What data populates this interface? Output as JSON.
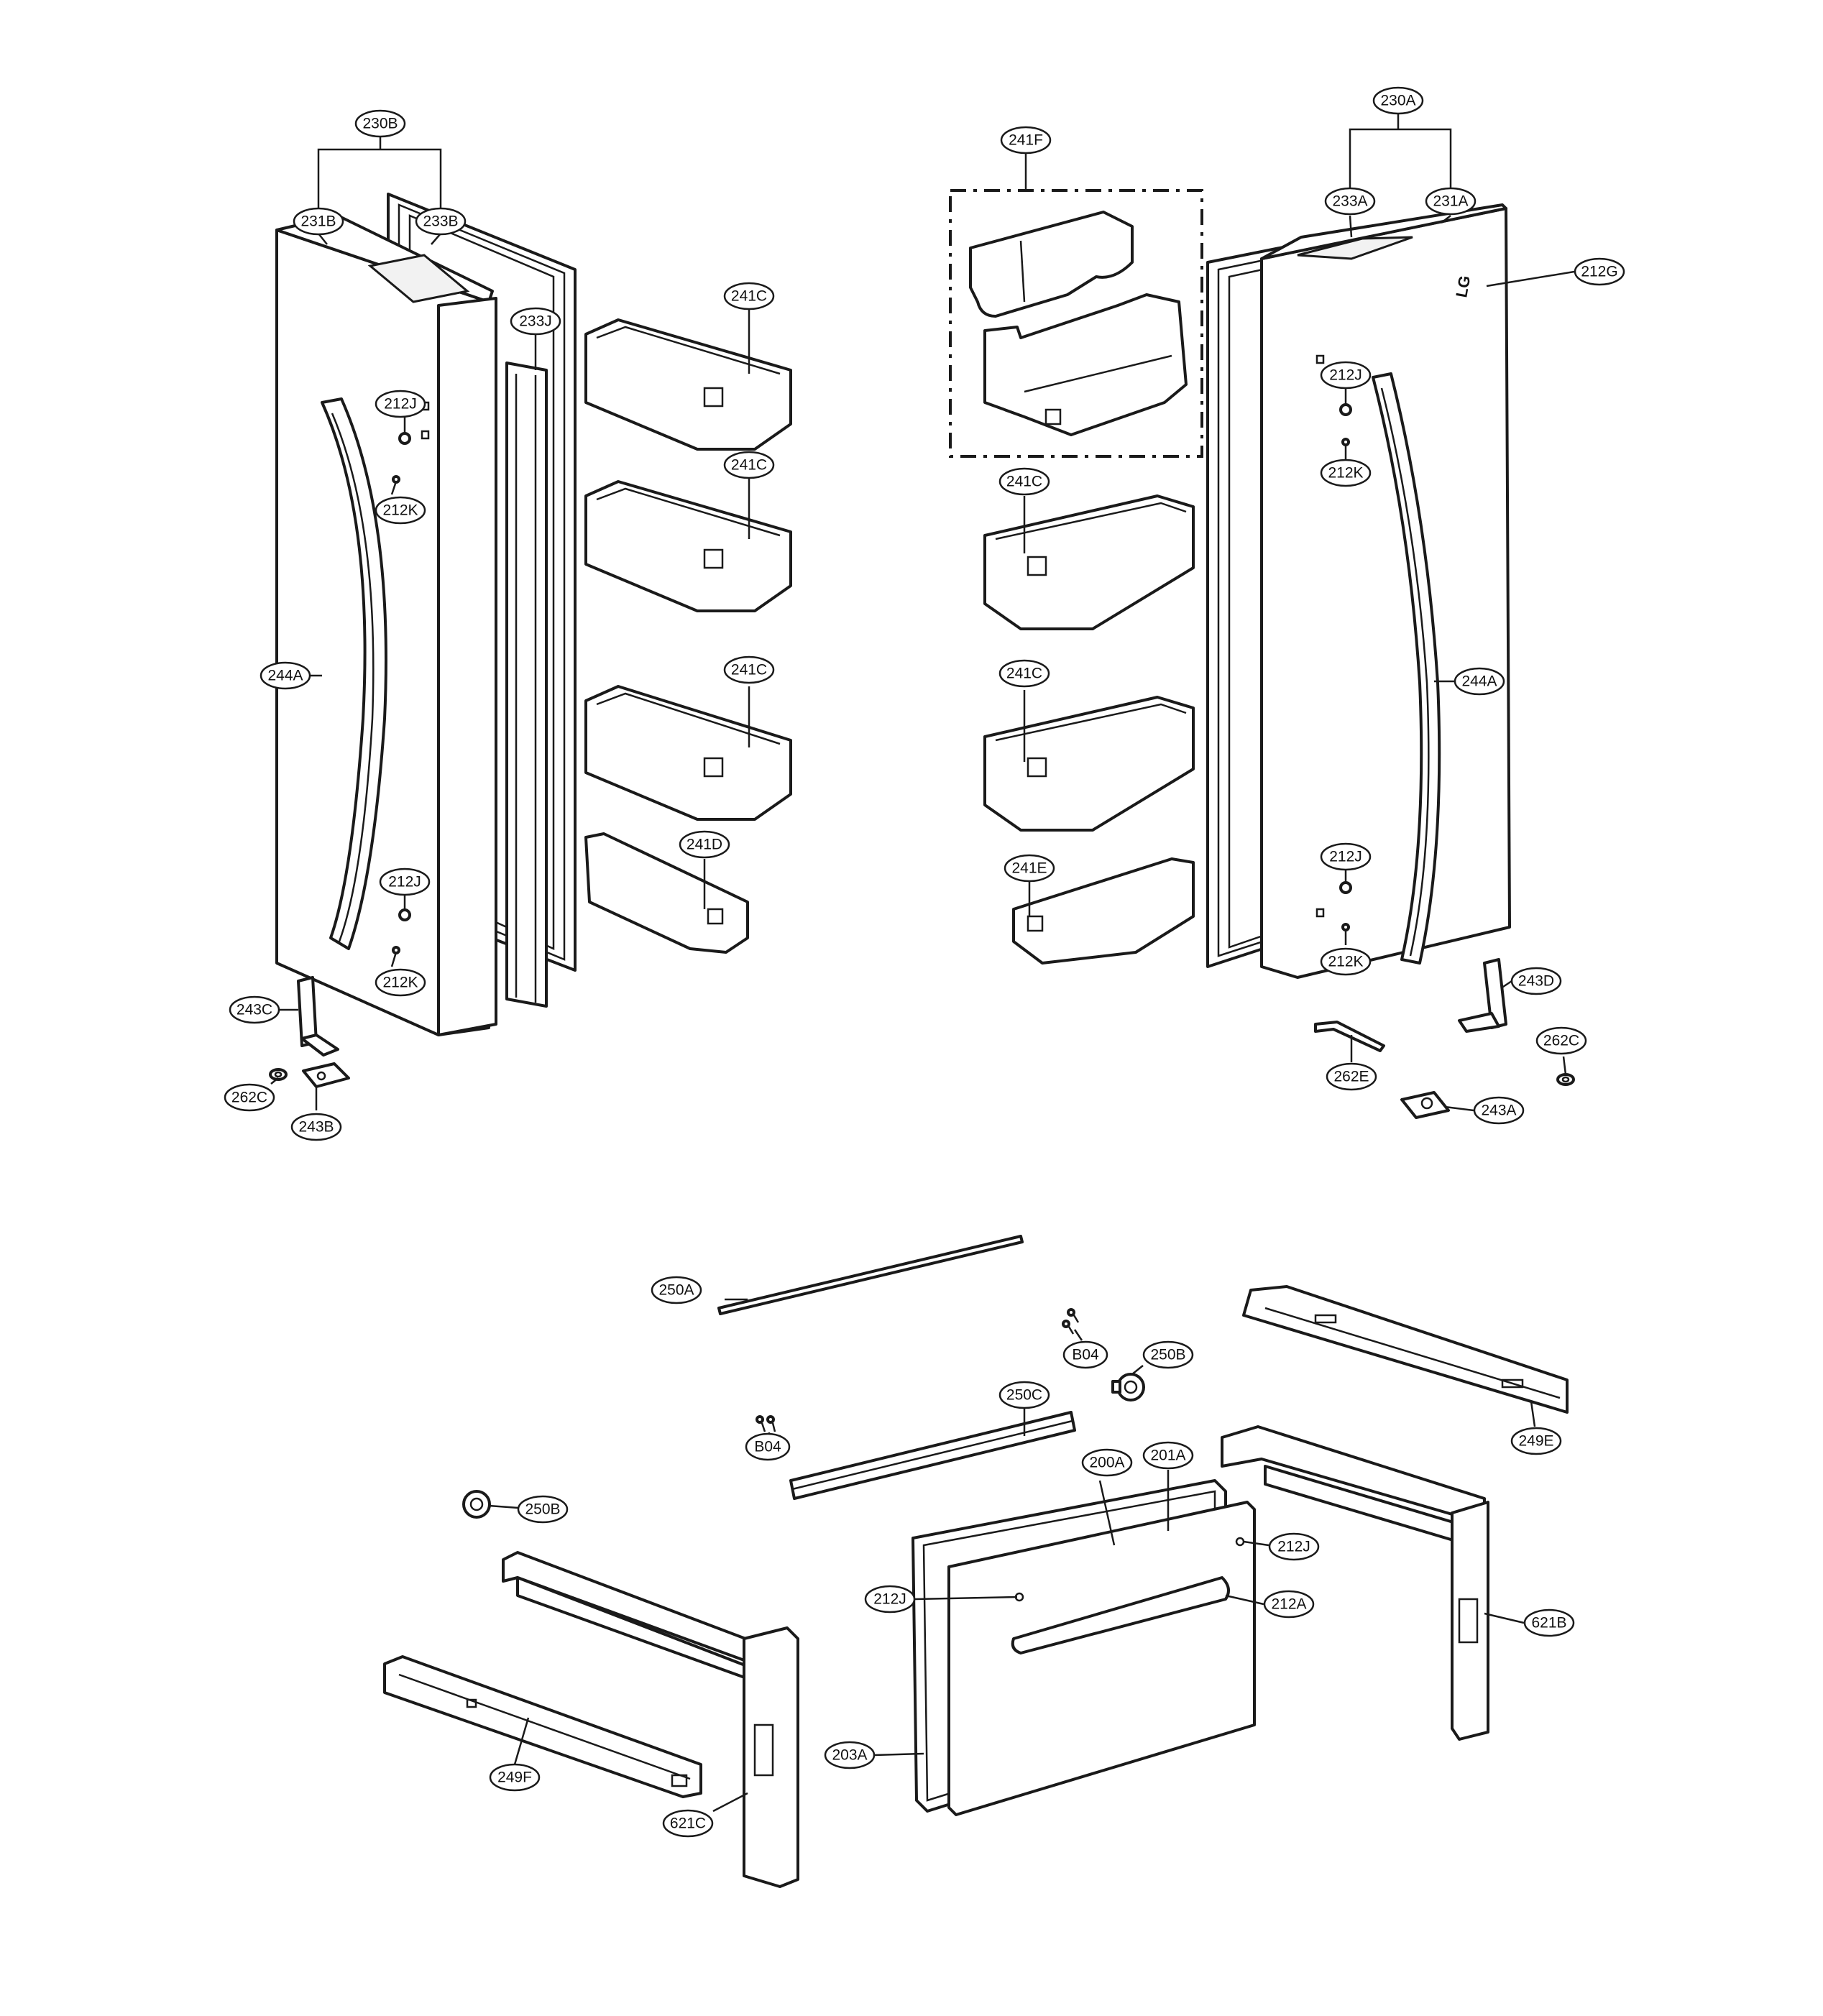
{
  "diagram": {
    "logo_text": "LG",
    "callouts": {
      "c230B": "230B",
      "c231B": "231B",
      "c233B": "233B",
      "c233J": "233J",
      "c212J_l1": "212J",
      "c212K_l1": "212K",
      "c244A_l": "244A",
      "c212J_l2": "212J",
      "c212K_l2": "212K",
      "c243C": "243C",
      "c262C_l": "262C",
      "c243B": "243B",
      "c241C_l1": "241C",
      "c241C_l2": "241C",
      "c241C_l3": "241C",
      "c241D": "241D",
      "c241F": "241F",
      "c241C_r1": "241C",
      "c241C_r2": "241C",
      "c241E": "241E",
      "c230A": "230A",
      "c233A": "233A",
      "c231A": "231A",
      "c212G": "212G",
      "c212J_r1": "212J",
      "c212K_r1": "212K",
      "c244A_r": "244A",
      "c212J_r2": "212J",
      "c212K_r2": "212K",
      "c243D": "243D",
      "c262C_r": "262C",
      "c262E": "262E",
      "c243A": "243A",
      "c250A": "250A",
      "c B04_1": "B04",
      "c250B_1": "250B",
      "c250C": "250C",
      "c249E": "249E",
      "cB04_2": "B04",
      "c200A": "200A",
      "c201A": "201A",
      "c212J_d1": "212J",
      "c250B_2": "250B",
      "c212J_d2": "212J",
      "c212A": "212A",
      "c621B": "621B",
      "c203A": "203A",
      "c249F": "249F",
      "c621C": "621C"
    }
  }
}
